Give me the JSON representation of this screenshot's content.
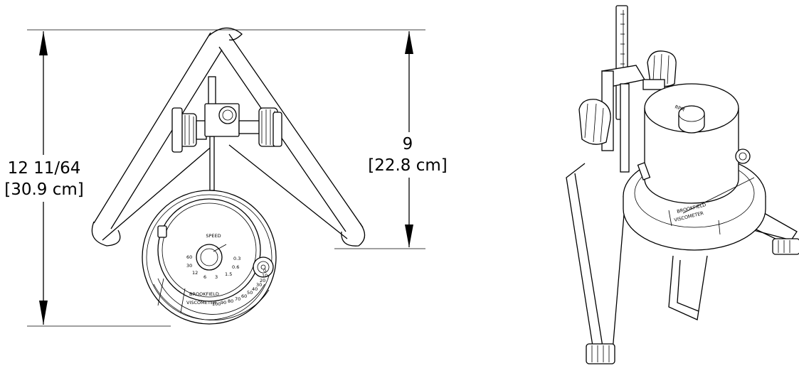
{
  "dimensions": {
    "height": {
      "value": "12 11/64",
      "metric": "[30.9 cm]"
    },
    "width": {
      "value": "9",
      "metric": "[22.8 cm]"
    }
  },
  "top_view": {
    "dial_title": "SPEED",
    "dial_numbers": [
      "60",
      "30",
      "12",
      "6",
      "3",
      "1.5",
      "0.6",
      "0.3"
    ],
    "brand": "BROOKFIELD",
    "product": "VISCOMETER",
    "scale_numbers": [
      "100",
      "90",
      "80",
      "70",
      "60",
      "50",
      "40",
      "30",
      "20",
      "10",
      "0"
    ]
  },
  "iso_view": {
    "dial_title": "RPM",
    "brand": "BROOKFIELD",
    "product": "VISCOMETER"
  }
}
